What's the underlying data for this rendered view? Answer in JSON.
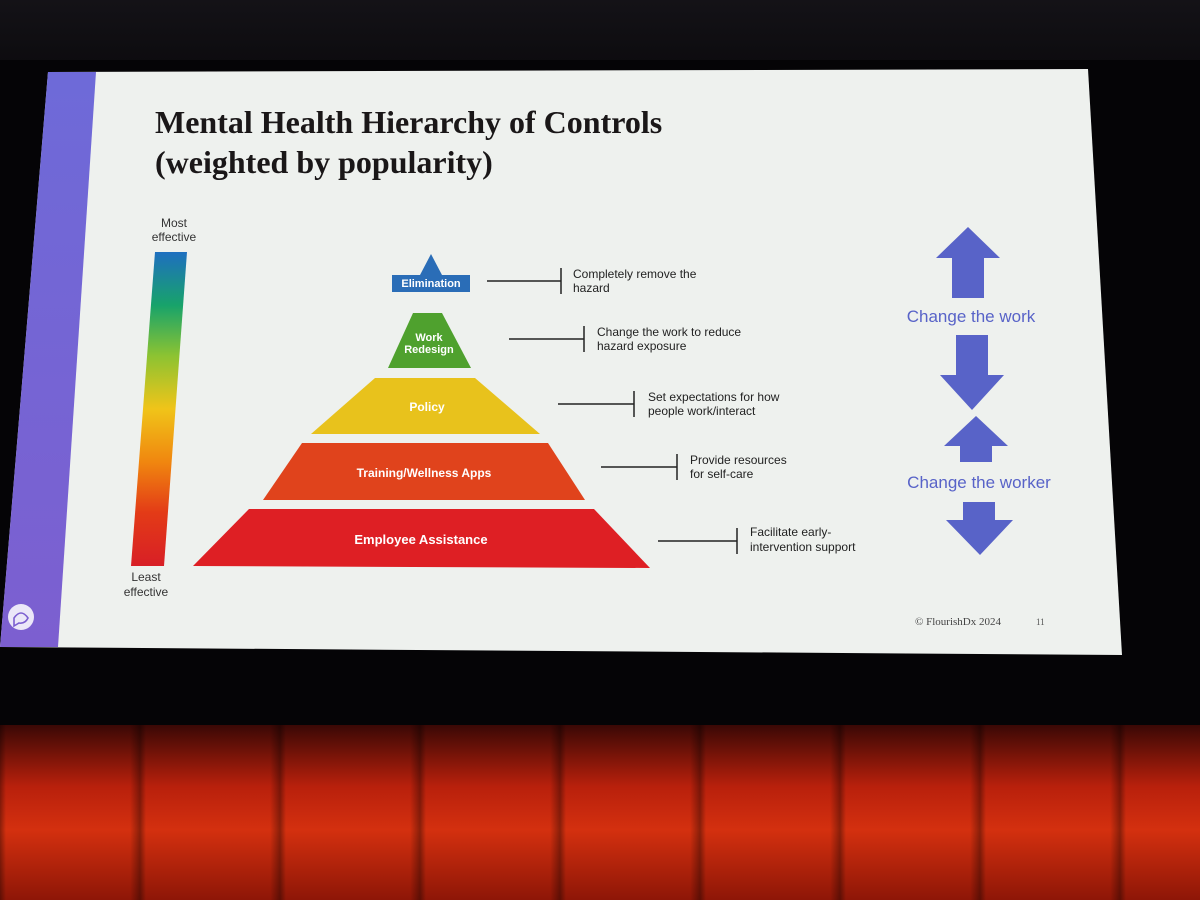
{
  "slide": {
    "title_line1": "Mental Health Hierarchy of Controls",
    "title_line2": "(weighted by popularity)",
    "footer": "© FlourishDx 2024",
    "page_number": "11"
  },
  "scale": {
    "top_label_line1": "Most",
    "top_label_line2": "effective",
    "bottom_label_line1": "Least",
    "bottom_label_line2": "effective",
    "colors": [
      "#1e6fc0",
      "#18a36a",
      "#8cc332",
      "#f0c419",
      "#f0860f",
      "#e33b17",
      "#d81f26"
    ]
  },
  "pyramid": {
    "levels": [
      {
        "label_lines": [
          "Elimination"
        ],
        "color": "#2a6db7",
        "description_lines": [
          "Completely remove the",
          "hazard"
        ]
      },
      {
        "label_lines": [
          "Work",
          "Redesign"
        ],
        "color": "#4fa12e",
        "description_lines": [
          "Change the work to reduce",
          "hazard exposure"
        ]
      },
      {
        "label_lines": [
          "Policy"
        ],
        "color": "#e8c21c",
        "description_lines": [
          "Set expectations for how",
          "people work/interact"
        ]
      },
      {
        "label_lines": [
          "Training/Wellness Apps"
        ],
        "color": "#e0431c",
        "description_lines": [
          "Provide resources",
          "for self-care"
        ]
      },
      {
        "label_lines": [
          "Employee Assistance"
        ],
        "color": "#de1f24",
        "description_lines": [
          "Facilitate early-",
          "intervention support"
        ]
      }
    ]
  },
  "arrows": {
    "color": "#5863c8",
    "change_work": "Change the work",
    "change_worker": "Change the worker"
  }
}
